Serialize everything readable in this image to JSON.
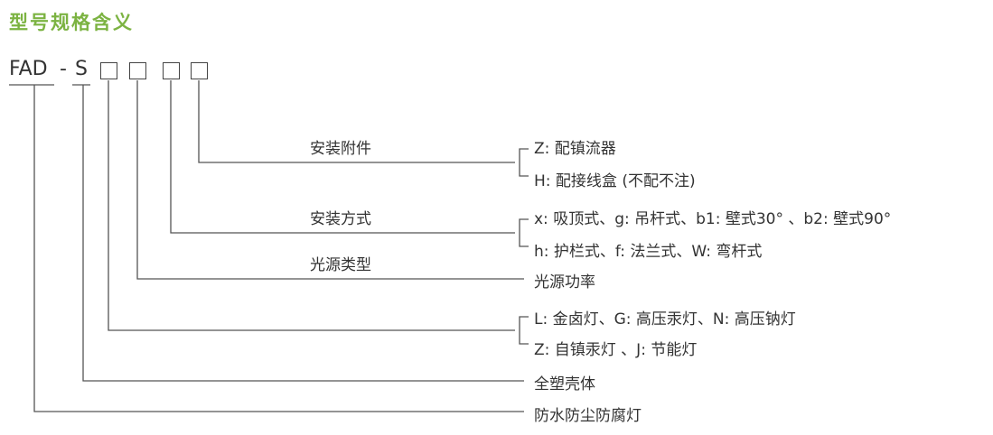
{
  "title": "型号规格含义",
  "title_color": "#7cb342",
  "code": {
    "prefix": "FAD",
    "dash": "-",
    "series": "S"
  },
  "slots": [
    {
      "label": "安装附件",
      "options": [
        "Z: 配镇流器",
        "H: 配接线盒 (不配不注)"
      ]
    },
    {
      "label": "安装方式",
      "options": [
        "x: 吸顶式、g: 吊杆式、b1: 壁式30°  、b2: 壁式90°",
        "h: 护栏式、f: 法兰式、W: 弯杆式"
      ]
    },
    {
      "label": "光源类型",
      "options": [
        "光源功率"
      ]
    },
    {
      "label": "",
      "options": [
        "L: 金卤灯、G: 高压汞灯、N: 高压钠灯",
        "Z: 自镇汞灯 、J: 节能灯"
      ]
    },
    {
      "label": "",
      "options": [
        "全塑壳体"
      ]
    },
    {
      "label": "",
      "options": [
        "防水防尘防腐灯"
      ]
    }
  ]
}
